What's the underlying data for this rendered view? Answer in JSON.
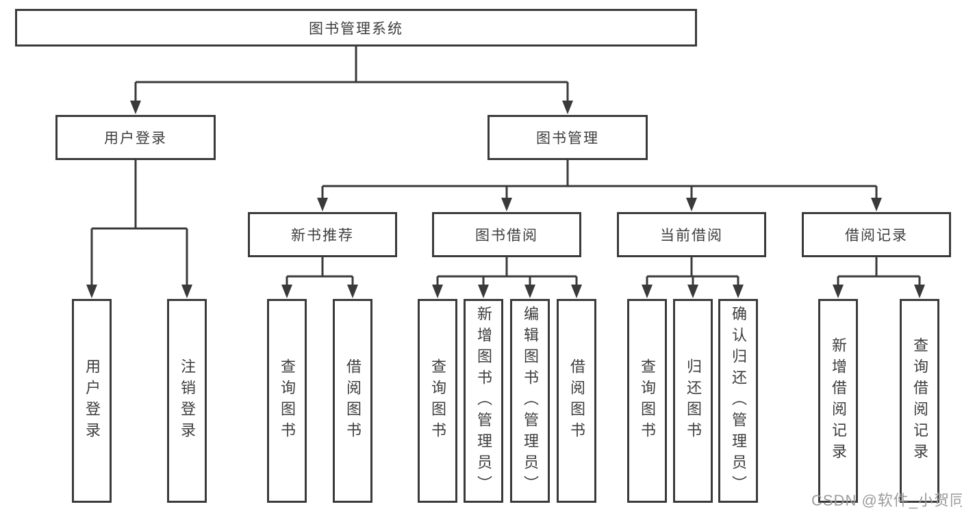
{
  "diagram": {
    "type": "hierarchy-tree",
    "root": {
      "label": "图书管理系统"
    },
    "level2": [
      {
        "label": "用户登录"
      },
      {
        "label": "图书管理"
      }
    ],
    "level3": [
      {
        "label": "新书推荐",
        "parent": "图书管理"
      },
      {
        "label": "图书借阅",
        "parent": "图书管理"
      },
      {
        "label": "当前借阅",
        "parent": "图书管理"
      },
      {
        "label": "借阅记录",
        "parent": "图书管理"
      }
    ],
    "leaves": [
      {
        "label": "用户登录",
        "parent": "用户登录"
      },
      {
        "label": "注销登录",
        "parent": "用户登录"
      },
      {
        "label": "查询图书",
        "parent": "新书推荐"
      },
      {
        "label": "借阅图书",
        "parent": "新书推荐"
      },
      {
        "label": "查询图书",
        "parent": "图书借阅"
      },
      {
        "label": "新增图书（管理员）",
        "parent": "图书借阅"
      },
      {
        "label": "编辑图书（管理员）",
        "parent": "图书借阅"
      },
      {
        "label": "借阅图书",
        "parent": "图书借阅"
      },
      {
        "label": "查询图书",
        "parent": "当前借阅"
      },
      {
        "label": "归还图书",
        "parent": "当前借阅"
      },
      {
        "label": "确认归还（管理员）",
        "parent": "当前借阅"
      },
      {
        "label": "新增借阅记录",
        "parent": "借阅记录"
      },
      {
        "label": "查询借阅记录",
        "parent": "借阅记录"
      }
    ],
    "watermark": "CSDN @软件_小贺同学",
    "colors": {
      "line": "#3a3a3a",
      "text": "#3d3d3d",
      "watermark": "#9b9b9b",
      "background": "#ffffff"
    }
  }
}
